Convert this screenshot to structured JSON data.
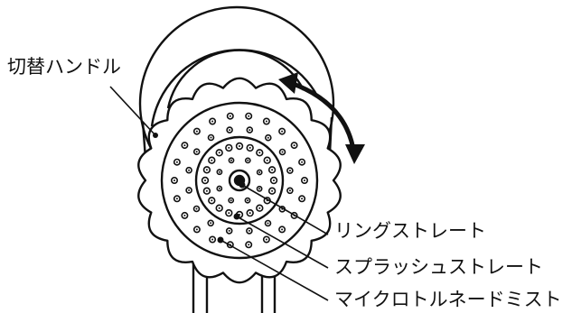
{
  "labels": {
    "switch_handle": "切替ハンドル",
    "ring_straight": "リングストレート",
    "splash_straight": "スプラッシュストレート",
    "micro_tornado_mist": "マイクロトルネードミスト"
  },
  "colors": {
    "line": "#111111",
    "background": "#ffffff"
  },
  "icons": {
    "rotation": "double-headed-curved-arrow"
  }
}
